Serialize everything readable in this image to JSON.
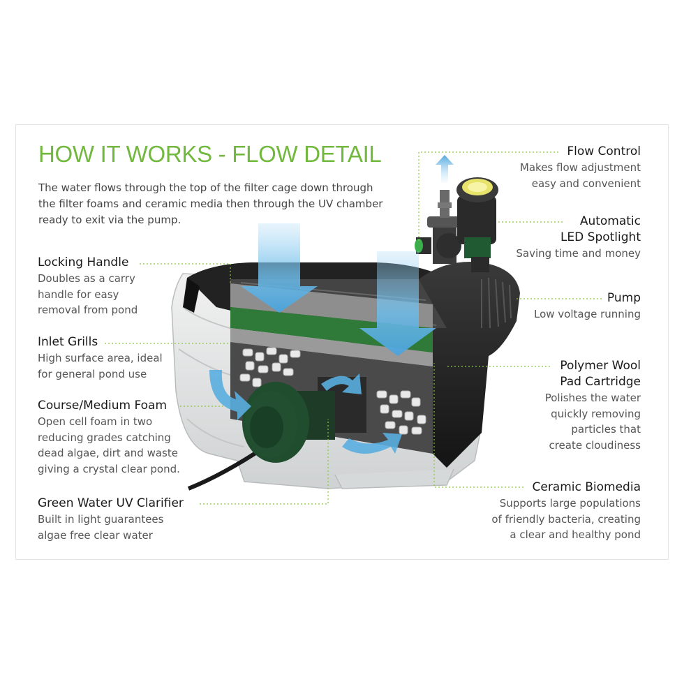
{
  "heading": "HOW IT WORKS - FLOW DETAIL",
  "intro": [
    "The water flows through the top of the filter cage down through",
    "the filter foams and ceramic media then through the UV chamber",
    "ready to exit via the pump."
  ],
  "callouts_left": [
    {
      "key": "locking-handle",
      "title": [
        "Locking Handle"
      ],
      "desc": [
        "Doubles as a carry",
        "handle for easy",
        "removal from pond"
      ]
    },
    {
      "key": "inlet-grills",
      "title": [
        "Inlet Grills"
      ],
      "desc": [
        "High surface area, ideal",
        "for general pond use"
      ]
    },
    {
      "key": "course-medium-foam",
      "title": [
        "Course/Medium Foam"
      ],
      "desc": [
        "Open cell foam in two",
        "reducing grades catching",
        "dead algae, dirt and waste",
        "giving a crystal clear pond."
      ]
    },
    {
      "key": "uv-clarifier",
      "title": [
        "Green Water UV Clarifier"
      ],
      "desc": [
        "Built in light guarantees",
        "algae free clear water"
      ]
    }
  ],
  "callouts_right": [
    {
      "key": "flow-control",
      "title": [
        "Flow Control"
      ],
      "desc": [
        "Makes flow adjustment",
        "easy and convenient"
      ]
    },
    {
      "key": "led-spotlight",
      "title": [
        "Automatic",
        "LED Spotlight"
      ],
      "desc": [
        "Saving time and money"
      ]
    },
    {
      "key": "pump",
      "title": [
        "Pump"
      ],
      "desc": [
        "Low voltage running"
      ]
    },
    {
      "key": "polymer-wool",
      "title": [
        "Polymer Wool",
        "Pad Cartridge"
      ],
      "desc": [
        "Polishes the water",
        "quickly removing",
        "particles that",
        "create cloudiness"
      ]
    },
    {
      "key": "ceramic-biomedia",
      "title": [
        "Ceramic Biomedia"
      ],
      "desc": [
        "Supports large populations",
        "of friendly bacteria, creating",
        "a clear and healthy pond"
      ]
    }
  ],
  "colors": {
    "accent": "#72b83f",
    "flow": "#5aaee0",
    "leader": "#8cc63f"
  }
}
